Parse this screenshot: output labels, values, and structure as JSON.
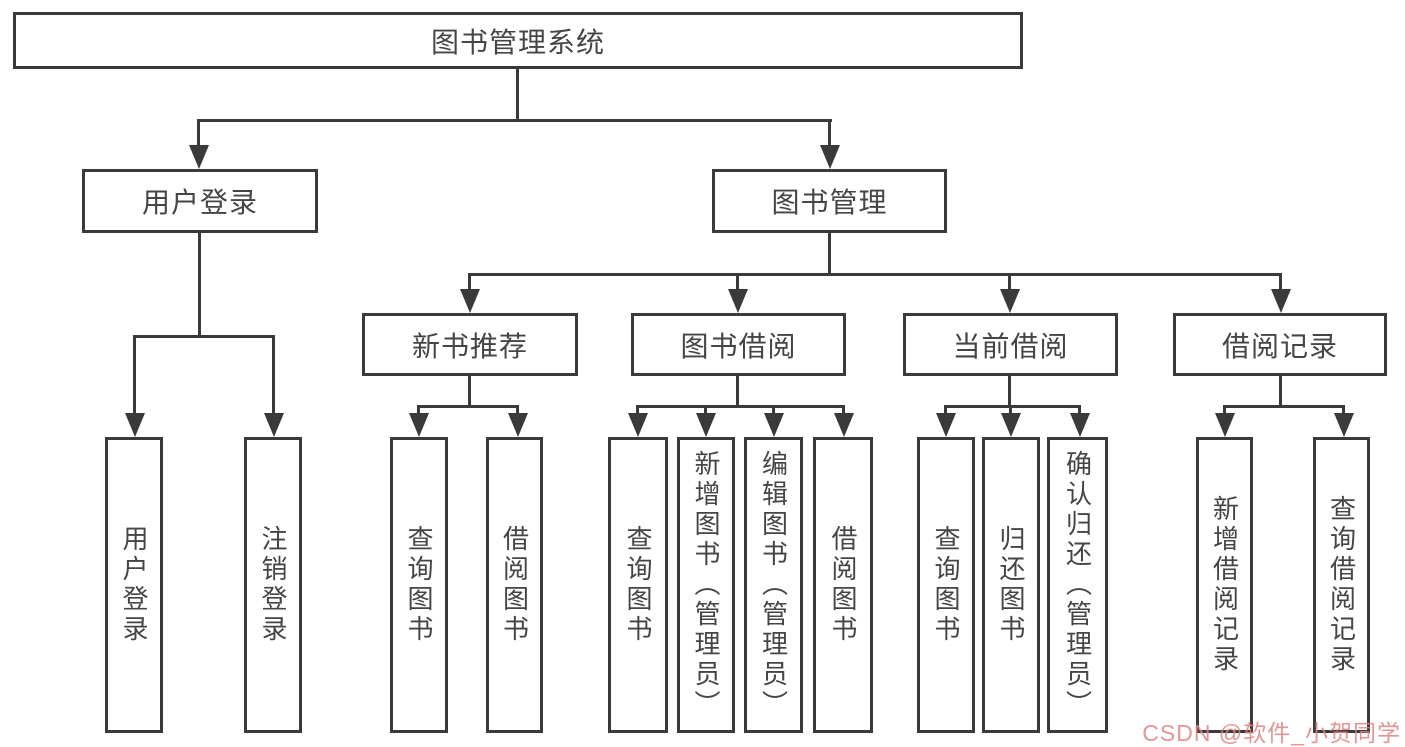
{
  "root": {
    "label": "图书管理系统"
  },
  "level2": [
    {
      "label": "用户登录"
    },
    {
      "label": "图书管理"
    }
  ],
  "level3": [
    {
      "label": "新书推荐"
    },
    {
      "label": "图书借阅"
    },
    {
      "label": "当前借阅"
    },
    {
      "label": "借阅记录"
    }
  ],
  "leaves": {
    "login": [
      {
        "label": "用户登录"
      },
      {
        "label": "注销登录"
      }
    ],
    "recommend": [
      {
        "label": "查询图书"
      },
      {
        "label": "借阅图书"
      }
    ],
    "borrow": [
      {
        "label": "查询图书"
      },
      {
        "label": "新增图书（管理员）"
      },
      {
        "label": "编辑图书（管理员）"
      },
      {
        "label": "借阅图书"
      }
    ],
    "current": [
      {
        "label": "查询图书"
      },
      {
        "label": "归还图书"
      },
      {
        "label": "确认归还（管理员）"
      }
    ],
    "records": [
      {
        "label": "新增借阅记录"
      },
      {
        "label": "查询借阅记录"
      }
    ]
  },
  "watermark": {
    "text": "CSDN @软件_小贺同学",
    "color": "#e18282"
  },
  "colors": {
    "line": "#3a3a3a",
    "text": "#454545",
    "background": "#ffffff"
  }
}
